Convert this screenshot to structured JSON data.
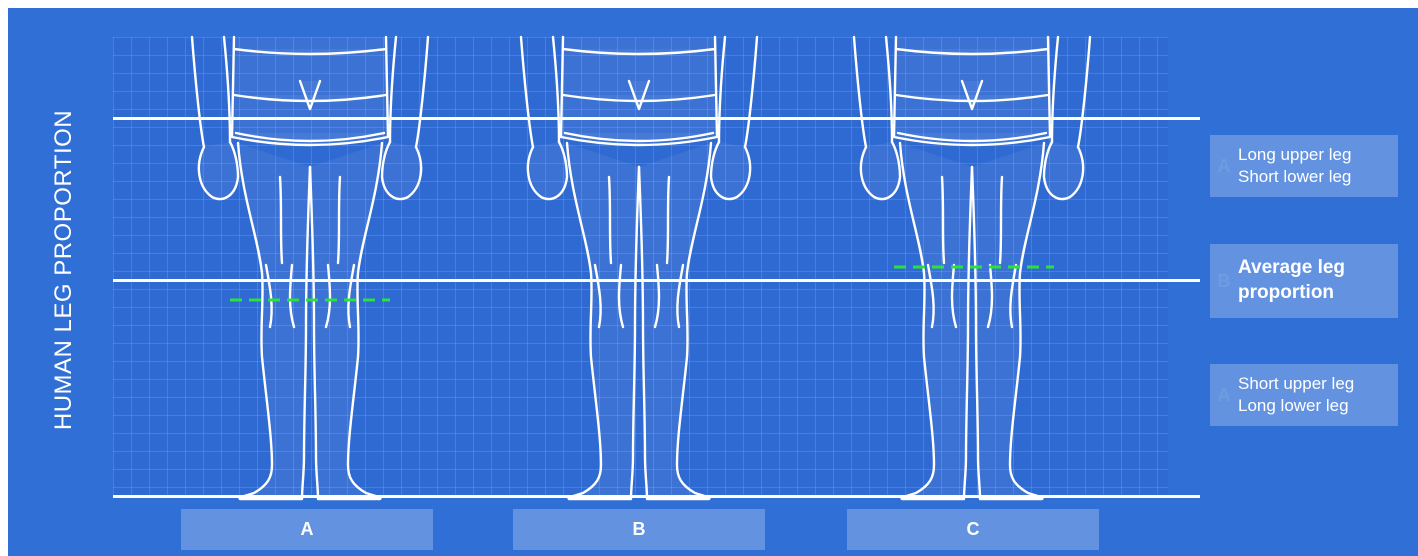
{
  "title": "HUMAN LEG PROPORTION",
  "figures": [
    {
      "label": "A"
    },
    {
      "label": "B"
    },
    {
      "label": "C"
    }
  ],
  "legend": [
    {
      "letter": "A",
      "line1": "Long upper leg",
      "line2": "Short lower leg"
    },
    {
      "letter": "B",
      "line1": "Average leg",
      "line2": "proportion"
    },
    {
      "letter": "A",
      "line1": "Short upper leg",
      "line2": "Long lower leg"
    }
  ],
  "colors": {
    "background": "#2f6fd6",
    "knee_marker": "#29e23a",
    "lines": "#ffffff"
  }
}
